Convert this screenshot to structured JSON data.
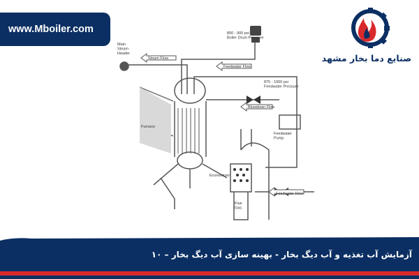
{
  "site": {
    "url": "www.Mboiler.com",
    "brand_name": "صنایع دما بخار مشهد"
  },
  "caption": "آزمایش آب تغذیه و آب دیگ بخار - بهینه سازی آب دیگ بخار – ۱۰",
  "colors": {
    "navy": "#0b2f63",
    "accent": "#d9292b",
    "diagram_line": "#555555"
  },
  "diagram": {
    "main_steam_header": "Main\nSteam\nHeader",
    "steam_flow": "Steam Flow",
    "drum_pressure": "800 - 900 psi\nBoiler Drum Pressure",
    "feedwater_flow_top": "Feedwater Flow",
    "feedwater_pressure": "875 - 1000 psi\nFeedwater Pressure",
    "blowdown_flow": "Blowdown Flow",
    "furnace": "Furnace",
    "feedwater_pump": "Feedwater\nPump",
    "economizer": "Economizer",
    "flue_gas": "Flue\nGas",
    "feedwater_flow_bottom": "Feedwater Flow"
  }
}
